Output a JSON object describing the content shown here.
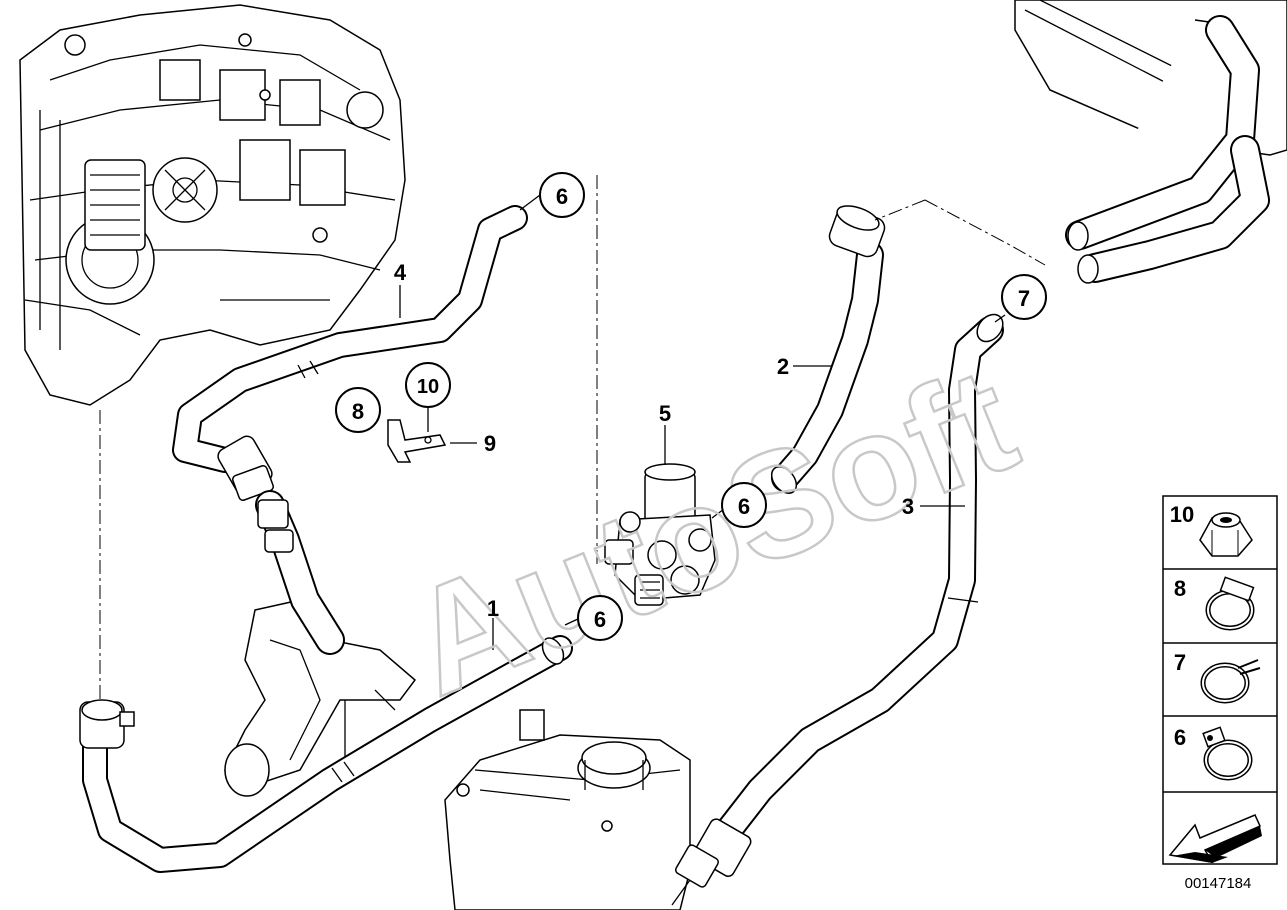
{
  "diagram": {
    "watermark": "AutoSoft",
    "document_number": "00147184",
    "callouts": {
      "c6_top": "6",
      "c7": "7",
      "c10": "10",
      "c8": "8",
      "c6_mid": "6",
      "c6_low": "6"
    },
    "labels": {
      "l4": "4",
      "l2": "2",
      "l5": "5",
      "l9": "9",
      "l3": "3",
      "l1": "1"
    },
    "legend": {
      "items": [
        {
          "number": "10",
          "icon": "nut-icon"
        },
        {
          "number": "8",
          "icon": "clamp-icon"
        },
        {
          "number": "7",
          "icon": "spring-clamp-icon"
        },
        {
          "number": "6",
          "icon": "hose-clamp-icon"
        }
      ],
      "arrow_icon": "direction-arrow-icon"
    }
  }
}
